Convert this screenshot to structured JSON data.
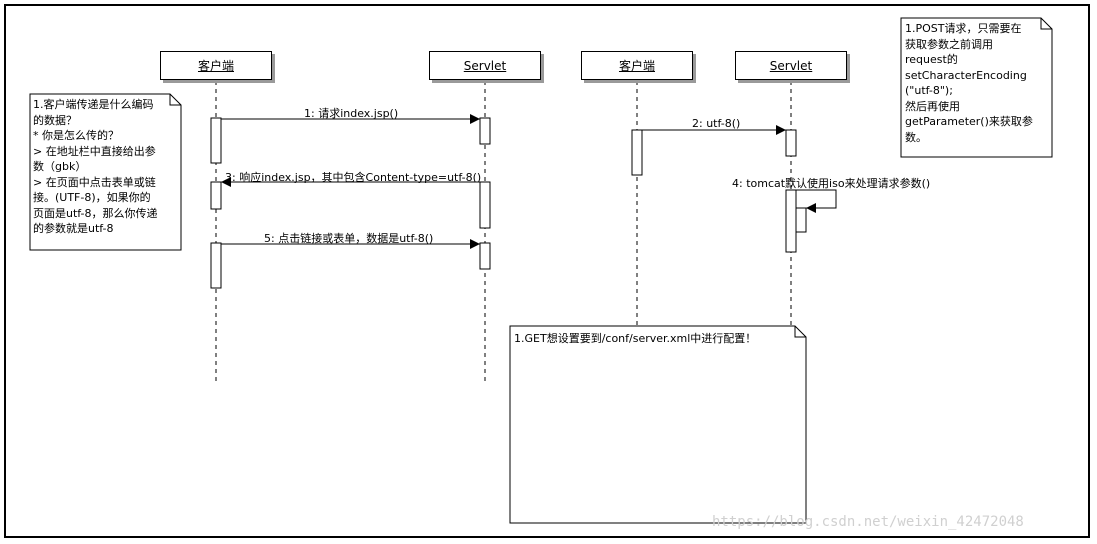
{
  "lifelines": {
    "client1": "客户端",
    "servlet1": "Servlet",
    "client2": "客户端",
    "servlet2": "Servlet"
  },
  "messages": {
    "m1": "1: 请求index.jsp()",
    "m2": "2: utf-8()",
    "m3": "3: 响应index.jsp，其中包含Content-type=utf-8()",
    "m4": "4: tomcat默认使用iso来处理请求参数()",
    "m5": "5: 点击链接或表单，数据是utf-8()"
  },
  "notes": {
    "left": [
      "1.客户端传递是什么编码",
      "的数据？",
      "* 你是怎么传的？",
      "> 在地址栏中直接给出参",
      "数（gbk）",
      "> 在页面中点击表单或链",
      "接。(UTF-8)，如果你的",
      "页面是utf-8，那么你传递",
      "的参数就是utf-8"
    ],
    "right": [
      "1.POST请求，只需要在",
      "获取参数之前调用",
      "request的",
      "setCharacterEncoding",
      "(\"utf-8\");",
      "然后再使用",
      "getParameter()来获取参",
      "数。"
    ],
    "bottom": "1.GET想设置要到/conf/server.xml中进行配置！"
  },
  "watermark": "https://blog.csdn.net/weixin_42472048"
}
